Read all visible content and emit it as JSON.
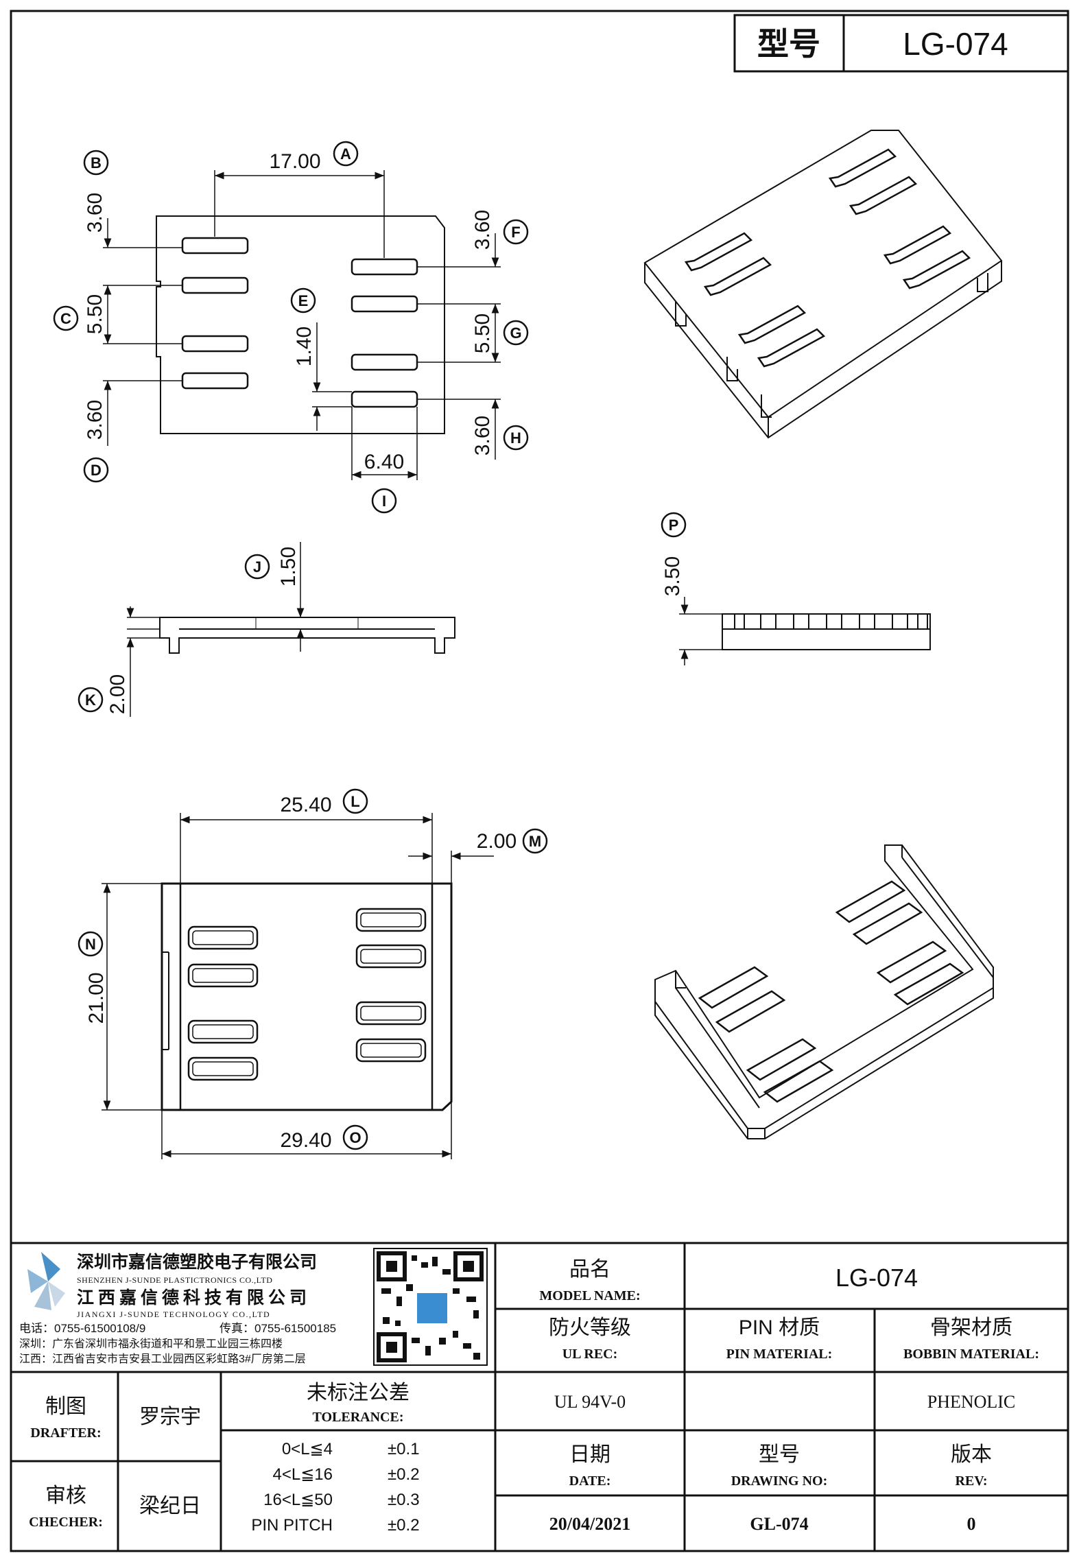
{
  "title_block_top": {
    "label": "型号",
    "value": "LG-074"
  },
  "dimensions": {
    "A": "17.00",
    "B": "3.60",
    "C": "5.50",
    "D": "3.60",
    "E": "1.40",
    "F": "3.60",
    "G": "5.50",
    "H": "3.60",
    "I": "6.40",
    "J": "1.50",
    "K": "2.00",
    "L": "25.40",
    "M": "2.00",
    "N": "21.00",
    "O": "29.40",
    "P": "3.50"
  },
  "dim_letters": [
    "A",
    "B",
    "C",
    "D",
    "E",
    "F",
    "G",
    "H",
    "I",
    "J",
    "K",
    "L",
    "M",
    "N",
    "O",
    "P"
  ],
  "company": {
    "name_cn_1": "深圳市嘉信德塑胶电子有限公司",
    "name_en_1": "SHENZHEN J-SUNDE PLASTICTRONICS CO.,LTD",
    "name_cn_2": "江西嘉信德科技有限公司",
    "name_en_2": "JIANGXI J-SUNDE TECHNOLOGY CO.,LTD",
    "phone": "电话：0755-61500108/9",
    "fax": "传真：0755-61500185",
    "addr_sz": "深圳：广东省深圳市福永街道和平和景工业园三栋四楼",
    "addr_jx": "江西：江西省吉安市吉安县工业园西区彩虹路3#厂房第二层"
  },
  "title_block": {
    "model_name_cn": "品名",
    "model_name_en": "MODEL NAME:",
    "model_name_value": "LG-074",
    "ul_rec_cn": "防火等级",
    "ul_rec_en": "UL REC:",
    "pin_material_cn": "PIN 材质",
    "pin_material_en": "PIN MATERIAL:",
    "bobbin_material_cn": "骨架材质",
    "bobbin_material_en": "BOBBIN MATERIAL:",
    "ul_value": "UL 94V-0",
    "pin_value": "",
    "bobbin_value": "PHENOLIC",
    "drafter_cn": "制图",
    "drafter_en": "DRAFTER:",
    "drafter_name": "罗宗宇",
    "checker_cn": "审核",
    "checker_en": "CHECHER:",
    "checker_name": "梁纪日",
    "tolerance_cn": "未标注公差",
    "tolerance_en": "TOLERANCE:",
    "tolerances": [
      {
        "range": "0<L≦4",
        "value": "±0.1"
      },
      {
        "range": "4<L≦16",
        "value": "±0.2"
      },
      {
        "range": "16<L≦50",
        "value": "±0.3"
      },
      {
        "range": "PIN PITCH",
        "value": "±0.2"
      }
    ],
    "date_cn": "日期",
    "date_en": "DATE:",
    "date_value": "20/04/2021",
    "drawing_no_cn": "型号",
    "drawing_no_en": "DRAWING NO:",
    "drawing_no_value": "GL-074",
    "rev_cn": "版本",
    "rev_en": "REV:",
    "rev_value": "0"
  }
}
